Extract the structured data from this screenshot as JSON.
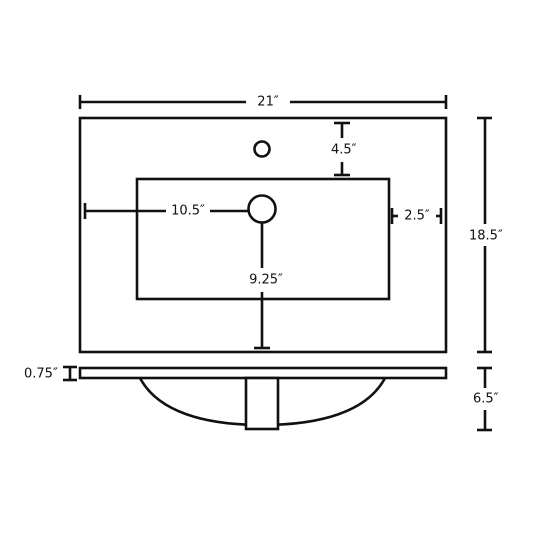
{
  "dimensions": {
    "width": "21″",
    "depth": "18.5″",
    "faucet_hole_to_basin": "4.5″",
    "drain_from_left": "10.5″",
    "basin_right_margin": "2.5″",
    "drain_from_front": "9.25″",
    "top_thickness": "0.75″",
    "basin_depth": "6.5″"
  }
}
